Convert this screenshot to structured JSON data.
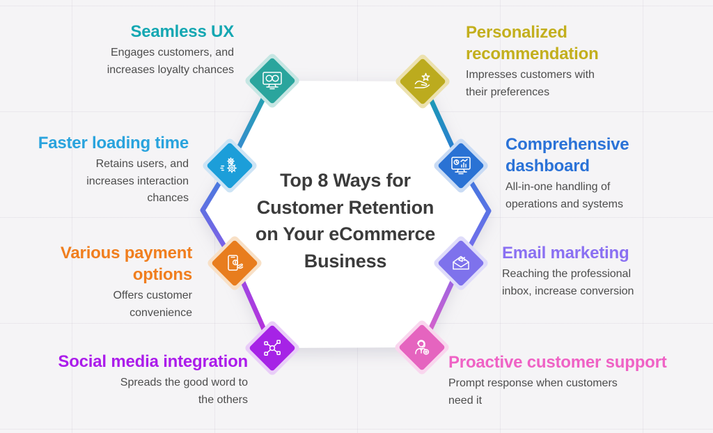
{
  "title": {
    "text": "Top 8 Ways for\nCustomer Retention\non Your eCommerce\nBusiness",
    "color": "#3b3b3b"
  },
  "description_color": "#4c4c4c",
  "background_color": "#f5f4f6",
  "items": [
    {
      "id": "seamless-ux",
      "heading": "Seamless UX",
      "description": "Engages customers, and\nincreases loyalty chances",
      "color": "#14a7b2",
      "diamond": "#2aa59d",
      "halo": "#c6e6e3",
      "icon": "ui-ux-monitor-icon"
    },
    {
      "id": "personalized-recommendation",
      "heading": "Personalized\nrecommendation",
      "description": "Impresses customers with\ntheir preferences",
      "color": "#c3af1d",
      "diamond": "#bcab1e",
      "halo": "#ece1ae",
      "icon": "hand-star-icon"
    },
    {
      "id": "faster-loading-time",
      "heading": "Faster loading time",
      "description": "Retains users, and\nincreases interaction\nchances",
      "color": "#29a3dd",
      "diamond": "#1c9ed9",
      "halo": "#cde4f5",
      "icon": "gears-speed-icon"
    },
    {
      "id": "comprehensive-dashboard",
      "heading": "Comprehensive\ndashboard",
      "description": "All-in-one handling of\noperations and systems",
      "color": "#2a72d7",
      "diamond": "#2a72d4",
      "halo": "#c9dbf4",
      "icon": "dashboard-monitor-icon"
    },
    {
      "id": "various-payment-options",
      "heading": "Various payment\noptions",
      "description": "Offers customer\nconvenience",
      "color": "#f07e1e",
      "diamond": "#e87d1e",
      "halo": "#f8e0c6",
      "icon": "mobile-payment-icon"
    },
    {
      "id": "email-marketing",
      "heading": "Email marketing",
      "description": "Reaching the professional\ninbox, increase conversion",
      "color": "#8a70f2",
      "diamond": "#7e72ec",
      "halo": "#dfdcfa",
      "icon": "email-megaphone-icon"
    },
    {
      "id": "social-media-integration",
      "heading": "Social media integration",
      "description": "Spreads the good word to\nthe others",
      "color": "#ab1ceb",
      "diamond": "#a623e6",
      "halo": "#e9cdf8",
      "icon": "network-nodes-icon"
    },
    {
      "id": "proactive-customer-support",
      "heading": "Proactive customer support",
      "description": "Prompt response when customers\nneed it",
      "color": "#ef62c5",
      "diamond": "#e564bf",
      "halo": "#f9d6ee",
      "icon": "support-agent-icon"
    }
  ],
  "connectors": [
    {
      "id": "g-l1",
      "from": "#1fa7a8",
      "to": "#3c86d8"
    },
    {
      "id": "g-l2",
      "from": "#3f7fdd",
      "to": "#8a5ce8"
    },
    {
      "id": "g-l3",
      "from": "#9550e5",
      "to": "#bd2ad9"
    },
    {
      "id": "g-r1",
      "from": "#18a3ad",
      "to": "#2e76d8"
    },
    {
      "id": "g-r2",
      "from": "#3b78dc",
      "to": "#7d6dee"
    },
    {
      "id": "g-r3",
      "from": "#8a66e9",
      "to": "#e75fc4"
    }
  ]
}
